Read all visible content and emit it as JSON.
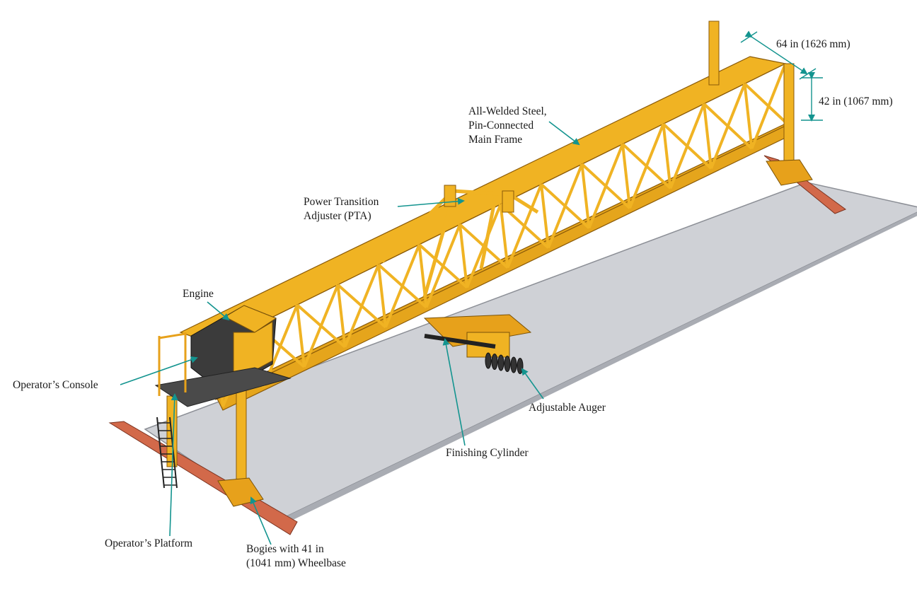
{
  "labels": {
    "top_width": "64 in (1626 mm)",
    "top_height": "42 in (1067 mm)",
    "main_frame": [
      "All-Welded Steel,",
      "Pin-Connected",
      "Main Frame"
    ],
    "pta": [
      "Power Transition",
      "Adjuster (PTA)"
    ],
    "engine": "Engine",
    "console": "Operator’s Console",
    "auger": "Adjustable Auger",
    "cylinder": "Finishing Cylinder",
    "platform": "Operator’s Platform",
    "bogies": [
      "Bogies with 41 in",
      "(1041 mm) Wheelbase"
    ]
  },
  "colors": {
    "frame": "#f0b323",
    "frame_dark": "#b37a10",
    "slab": "#cfd1d6",
    "rail": "#d2694a",
    "arrow": "#13948f",
    "engine_body": "#3b3b3b"
  }
}
